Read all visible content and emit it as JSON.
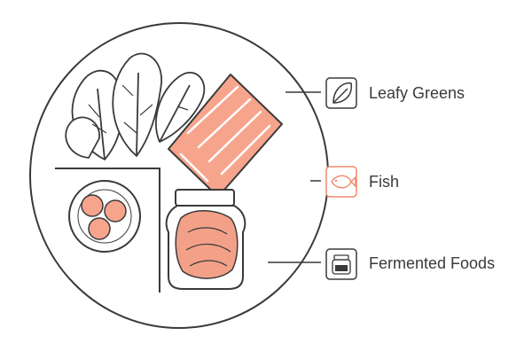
{
  "categories": [
    {
      "label": "Leafy Greens",
      "icon": "leaf-icon",
      "accent": "#3a3a3a"
    },
    {
      "label": "Fish",
      "icon": "fish-icon",
      "accent": "#f08a6e"
    },
    {
      "label": "Fermented Foods",
      "icon": "jar-icon",
      "accent": "#3a3a3a"
    }
  ],
  "colors": {
    "outline": "#3a3a3a",
    "salmon": "#f7a48c",
    "salmon_dark": "#f08a6e",
    "pickle": "#f3a089"
  }
}
